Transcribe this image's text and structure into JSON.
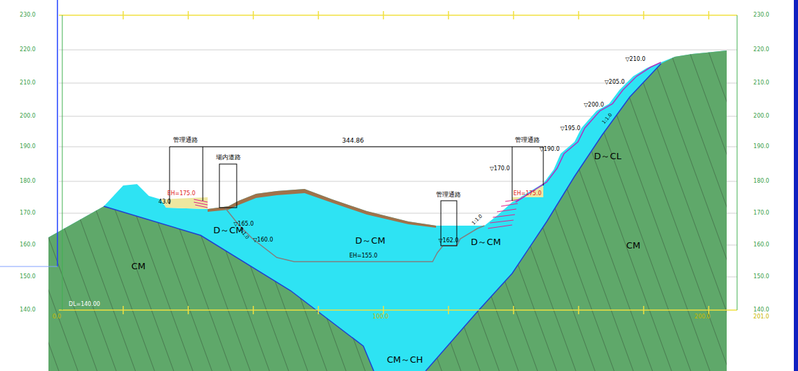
{
  "diagram": {
    "labels": [
      "230.0",
      "220.0",
      "210.0",
      "200.0",
      "190.0",
      "180.0",
      "170.0",
      "160.0",
      "150.0",
      "140.0",
      "230.0",
      "220.0",
      "210.0",
      "200.0",
      "190.0",
      "180.0",
      "170.0",
      "160.0",
      "150.0",
      "140.0",
      "0.0",
      "100.0",
      "200.0",
      "201.0",
      "DL=140.00",
      "管理通路",
      "場内道路",
      "344.86",
      "管理通路",
      "管理通路",
      "EH=175.0",
      "43.0",
      "EH=175.0",
      "▽165.0",
      "▽160.0",
      "EH=155.0",
      "▽162.0",
      "▽170.0",
      "▽190.0",
      "▽195.0",
      "▽200.0",
      "▽205.0",
      "▽210.0",
      "CM",
      "D～CM",
      "D～CM",
      "D～CM",
      "CM",
      "D～CL",
      "CM～CH",
      "1:1.0",
      "1:1.0",
      "1:1.0"
    ]
  }
}
